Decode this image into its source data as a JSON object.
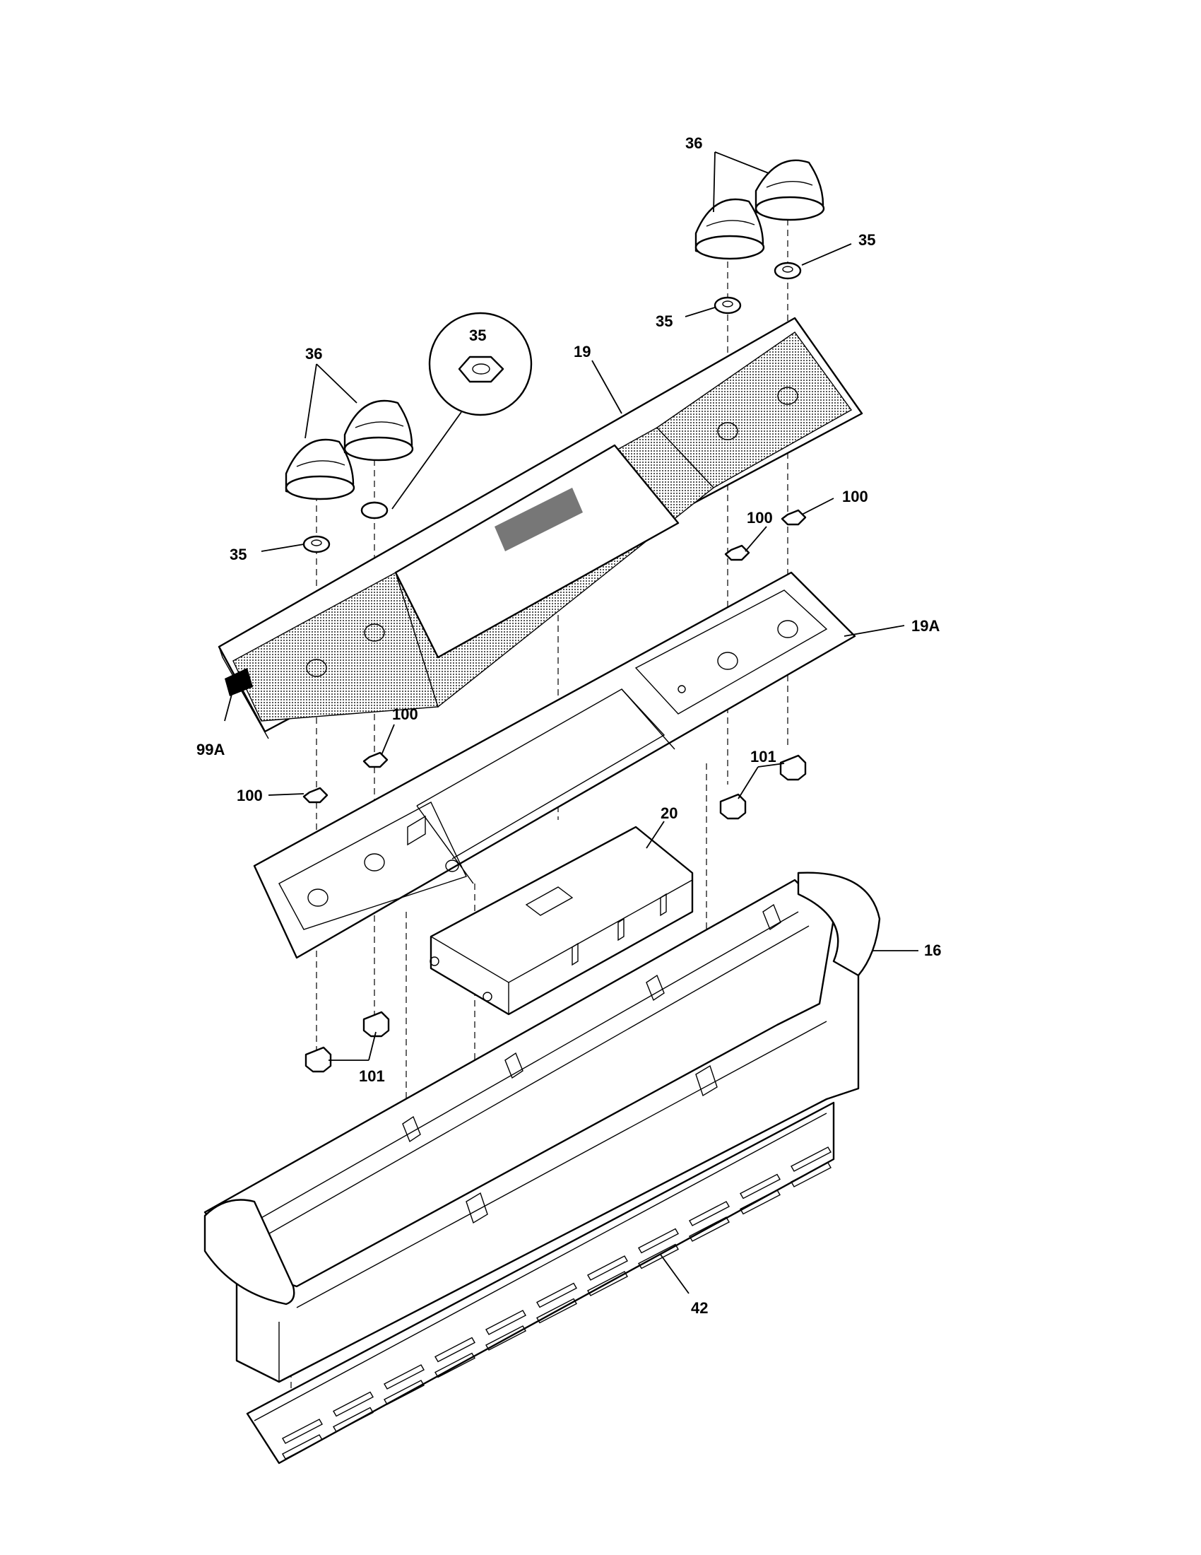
{
  "callouts": {
    "c36_top": "36",
    "c35_top_right": "35",
    "c35_top_mid": "35",
    "c35_circle": "35",
    "c36_left": "36",
    "c19": "19",
    "c35_left": "35",
    "c100_r1": "100",
    "c100_r2": "100",
    "c19a": "19A",
    "c99a": "99A",
    "c100_l1": "100",
    "c100_l2": "100",
    "c101_right": "101",
    "c20": "20",
    "c16": "16",
    "c101_left": "101",
    "c42": "42"
  }
}
